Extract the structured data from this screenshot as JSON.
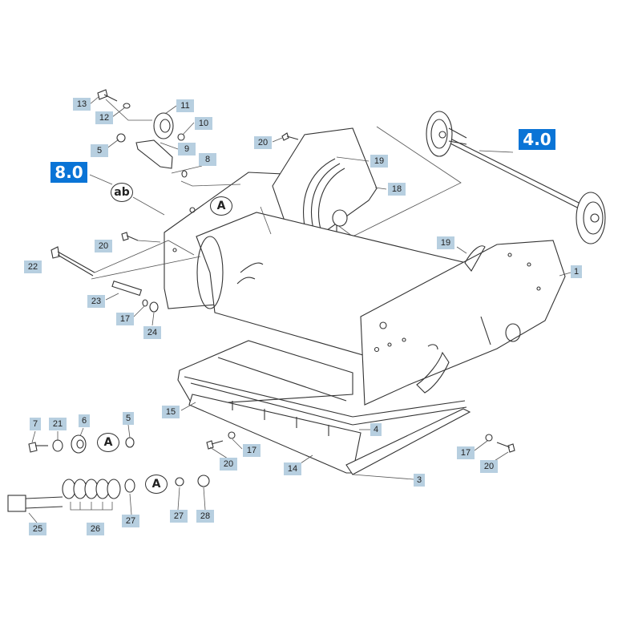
{
  "assemblies": {
    "a8": "8.0",
    "a4": "4.0"
  },
  "badges": {
    "ab": "ab",
    "A": "A"
  },
  "callouts": {
    "p13": "13",
    "p12": "12",
    "p11": "11",
    "p10": "10",
    "p9": "9",
    "p5a": "5",
    "p8": "8",
    "p20a": "20",
    "p19a": "19",
    "p18": "18",
    "p20b": "20",
    "p22": "22",
    "p23": "23",
    "p17a": "17",
    "p24": "24",
    "p19b": "19",
    "p1": "1",
    "p15": "15",
    "p4": "4",
    "p17b": "17",
    "p20c": "20",
    "p14": "14",
    "p3": "3",
    "p17c": "17",
    "p20d": "20",
    "p7": "7",
    "p21": "21",
    "p6": "6",
    "p5b": "5",
    "p25": "25",
    "p26": "26",
    "p27a": "27",
    "p27b": "27",
    "p28": "28"
  },
  "colors": {
    "callout_bg": "#b7cfe0",
    "assembly_bg": "#0a74d6",
    "line": "#333333"
  }
}
